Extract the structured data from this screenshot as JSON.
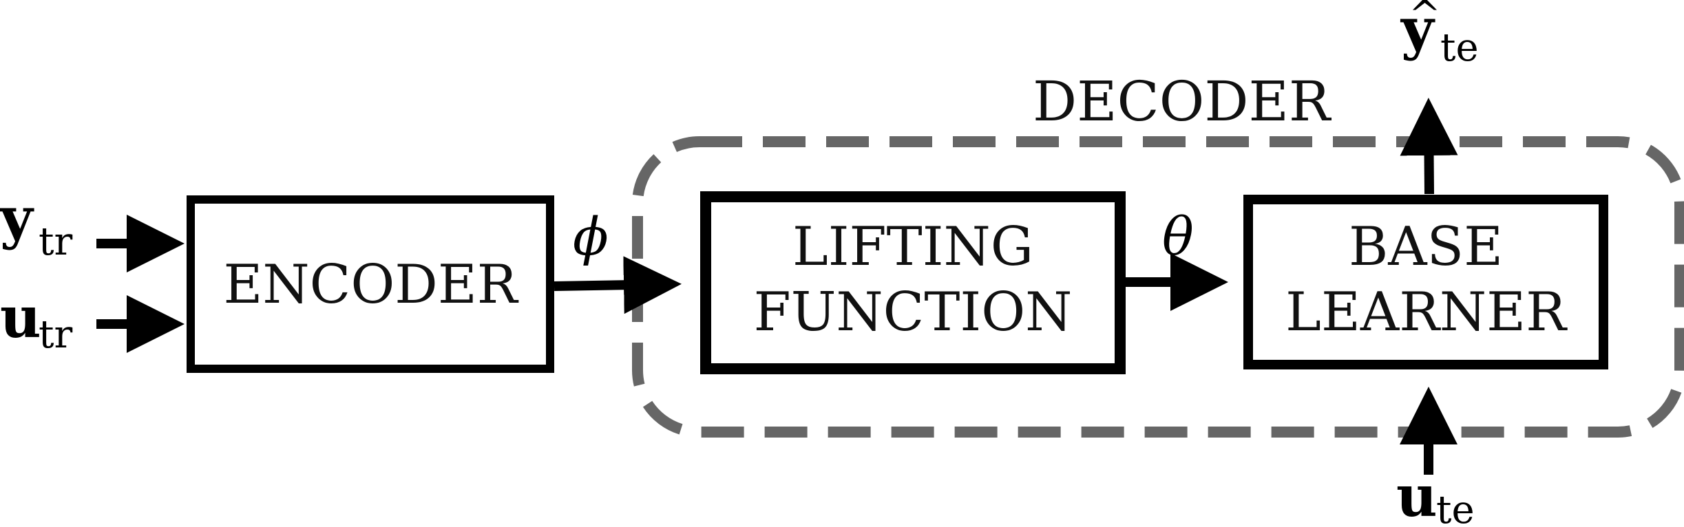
{
  "blocks": {
    "encoder": "ENCODER",
    "lifting_function": [
      "LIFTING",
      "FUNCTION"
    ],
    "base_learner": [
      "BASE",
      "LEARNER"
    ]
  },
  "decoder_label": "DECODER",
  "signals": {
    "phi": "ϕ",
    "theta": "θ"
  },
  "inputs": {
    "y_tr": {
      "main": "y",
      "sub": "tr"
    },
    "u_tr": {
      "main": "u",
      "sub": "tr"
    },
    "u_te": {
      "main": "u",
      "sub": "te"
    }
  },
  "output": {
    "y_te_hat": {
      "main": "y",
      "hat": "^",
      "sub": "te"
    }
  },
  "colors": {
    "stroke": "#000000",
    "dashed_region": "#666666"
  }
}
